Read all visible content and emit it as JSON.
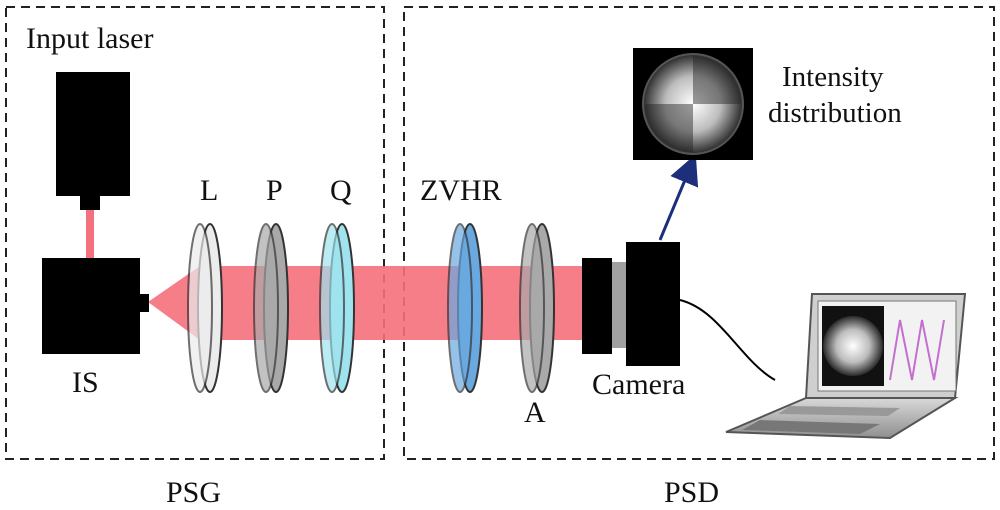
{
  "groups": {
    "psg": "PSG",
    "psd": "PSD"
  },
  "labels": {
    "input_laser": "Input laser",
    "is": "IS",
    "l": "L",
    "p": "P",
    "q": "Q",
    "zvhr": "ZVHR",
    "a": "A",
    "camera": "Camera",
    "intensity_line1": "Intensity",
    "intensity_line2": "distribution"
  },
  "colors": {
    "beam": "#f4707c",
    "lens_L": "#ececec",
    "polarizer_P": "#a9a9a9",
    "quarter_wave_Q": "#9fe3ee",
    "zvhr": "#6aa9e0",
    "analyzer_A": "#a9a9a9",
    "arrow": "#1d2f7a"
  }
}
